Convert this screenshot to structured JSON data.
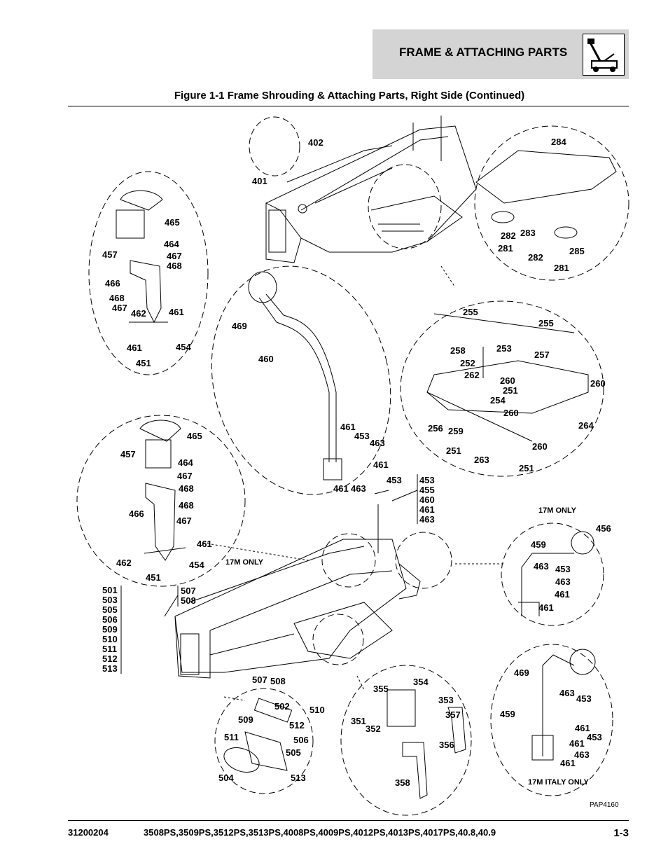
{
  "header": {
    "section_title": "FRAME & ATTACHING PARTS",
    "icon": "aerial-work-platform-icon"
  },
  "figure": {
    "title": "Figure 1-1 Frame Shrouding & Attaching Parts, Right Side (Continued)",
    "image_code": "PAP4160"
  },
  "notes": {
    "n17m_upper_right": "17M ONLY",
    "n17m_center": "17M ONLY",
    "n17m_italy": "17M ITALY ONLY"
  },
  "callouts": {
    "c402": "402",
    "c401": "401",
    "c284": "284",
    "c465a": "465",
    "c464a": "464",
    "c457a": "457",
    "c467a": "467",
    "c468a": "468",
    "c466a": "466",
    "c468b": "468",
    "c467b": "467",
    "c462a": "462",
    "c461a": "461",
    "c461b": "461",
    "c454a": "454",
    "c451a": "451",
    "c282a": "282",
    "c283": "283",
    "c281a": "281",
    "c285": "285",
    "c282b": "282",
    "c281b": "281",
    "c469a": "469",
    "c460": "460",
    "c255a": "255",
    "c255b": "255",
    "c258": "258",
    "c253": "253",
    "c257": "257",
    "c252": "252",
    "c262": "262",
    "c260a": "260",
    "c251a": "251",
    "c260b": "260",
    "c254": "254",
    "c256": "256",
    "c259": "259",
    "c260c": "260",
    "c264": "264",
    "c251b": "251",
    "c263": "263",
    "c260d": "260",
    "c251c": "251",
    "c461c": "461",
    "c453a": "453",
    "c463a": "463",
    "c461d": "461",
    "c453b": "453",
    "c461e": "461",
    "c463b": "463",
    "c465b": "465",
    "c457b": "457",
    "c464b": "464",
    "c467c": "467",
    "c468c": "468",
    "c468d": "468",
    "c466b": "466",
    "c467d": "467",
    "c461f": "461",
    "c462b": "462",
    "c454b": "454",
    "c451b": "451",
    "c456": "456",
    "c459a": "459",
    "c463c": "463",
    "c453c": "453",
    "c463d": "463",
    "c461g": "461",
    "c461h": "461",
    "c507a": "507",
    "c508a": "508",
    "c507b": "507",
    "c508b": "508",
    "c502": "502",
    "c510": "510",
    "c509": "509",
    "c512": "512",
    "c511": "511",
    "c506": "506",
    "c505": "505",
    "c504": "504",
    "c513": "513",
    "c354": "354",
    "c355": "355",
    "c353": "353",
    "c351": "351",
    "c357": "357",
    "c352": "352",
    "c356": "356",
    "c358": "358",
    "c469b": "469",
    "c463e": "463",
    "c453d": "453",
    "c459b": "459",
    "c461i": "461",
    "c453e": "453",
    "c461j": "461",
    "c463f": "463",
    "c461k": "461"
  },
  "stacked_lists": {
    "group_453": [
      "453",
      "455",
      "460",
      "461",
      "463"
    ],
    "group_501": [
      "501",
      "503",
      "505",
      "506",
      "509",
      "510",
      "511",
      "512",
      "513"
    ],
    "group_507": [
      "507",
      "508"
    ]
  },
  "footer": {
    "doc_number": "31200204",
    "models": "3508PS,3509PS,3512PS,3513PS,4008PS,4009PS,4012PS,4013PS,4017PS,40.8,40.9",
    "page": "1-3"
  }
}
